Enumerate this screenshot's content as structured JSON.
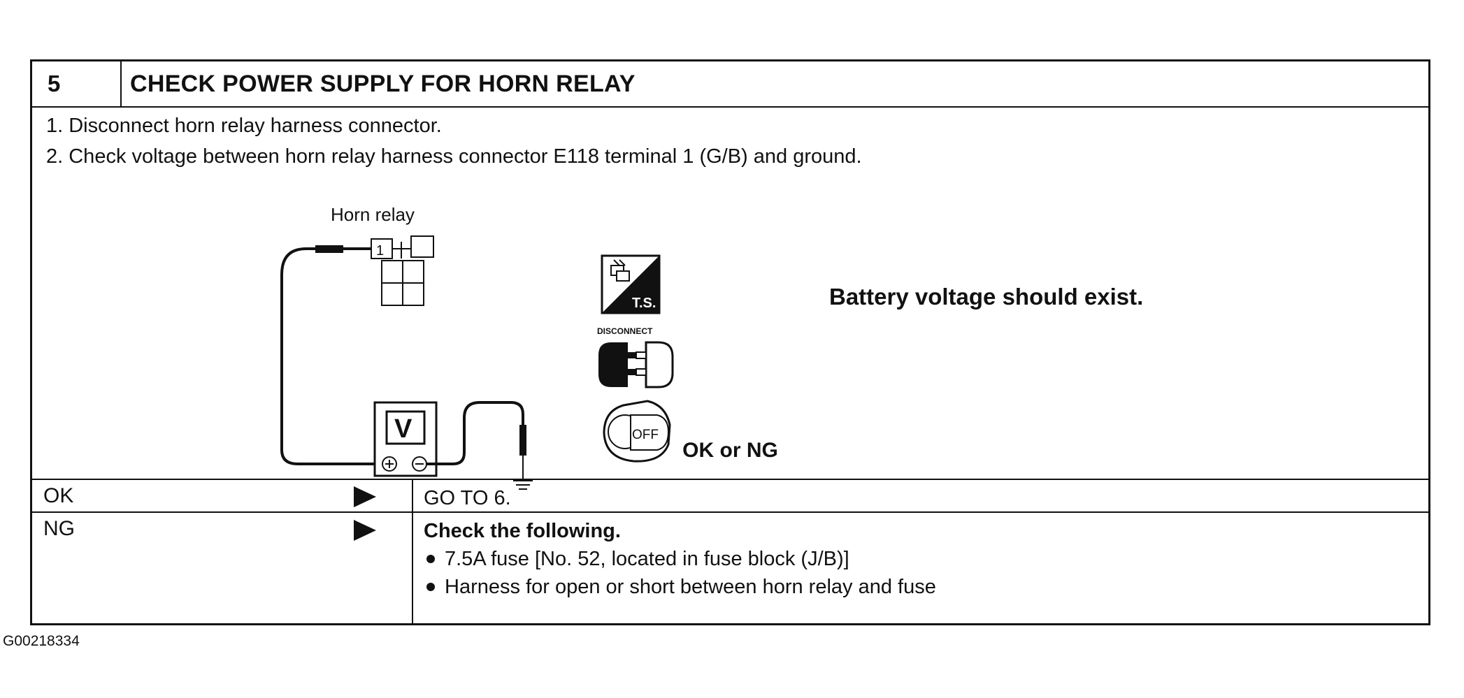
{
  "step": {
    "number": "5",
    "title": "CHECK POWER SUPPLY FOR HORN RELAY"
  },
  "instructions": [
    "1.  Disconnect horn relay harness connector.",
    "2.  Check voltage between horn relay harness connector E118 terminal 1 (G/B) and ground."
  ],
  "diagram": {
    "relay_label": "Horn relay",
    "terminal": "1",
    "meter_label": "V",
    "ts_label": "T.S.",
    "disconnect_label": "DISCONNECT",
    "off_label": "OFF",
    "plus_symbol": "⊕",
    "minus_symbol": "⊖"
  },
  "spec": "Battery voltage should exist.",
  "judgement": "OK or NG",
  "outcomes": {
    "ok": {
      "label": "OK",
      "action": "GO TO 6."
    },
    "ng": {
      "label": "NG",
      "action_title": "Check the following.",
      "items": [
        "7.5A fuse [No. 52, located in fuse block (J/B)]",
        "Harness for open or short between horn relay and fuse"
      ]
    }
  },
  "figure_code": "G00218334"
}
